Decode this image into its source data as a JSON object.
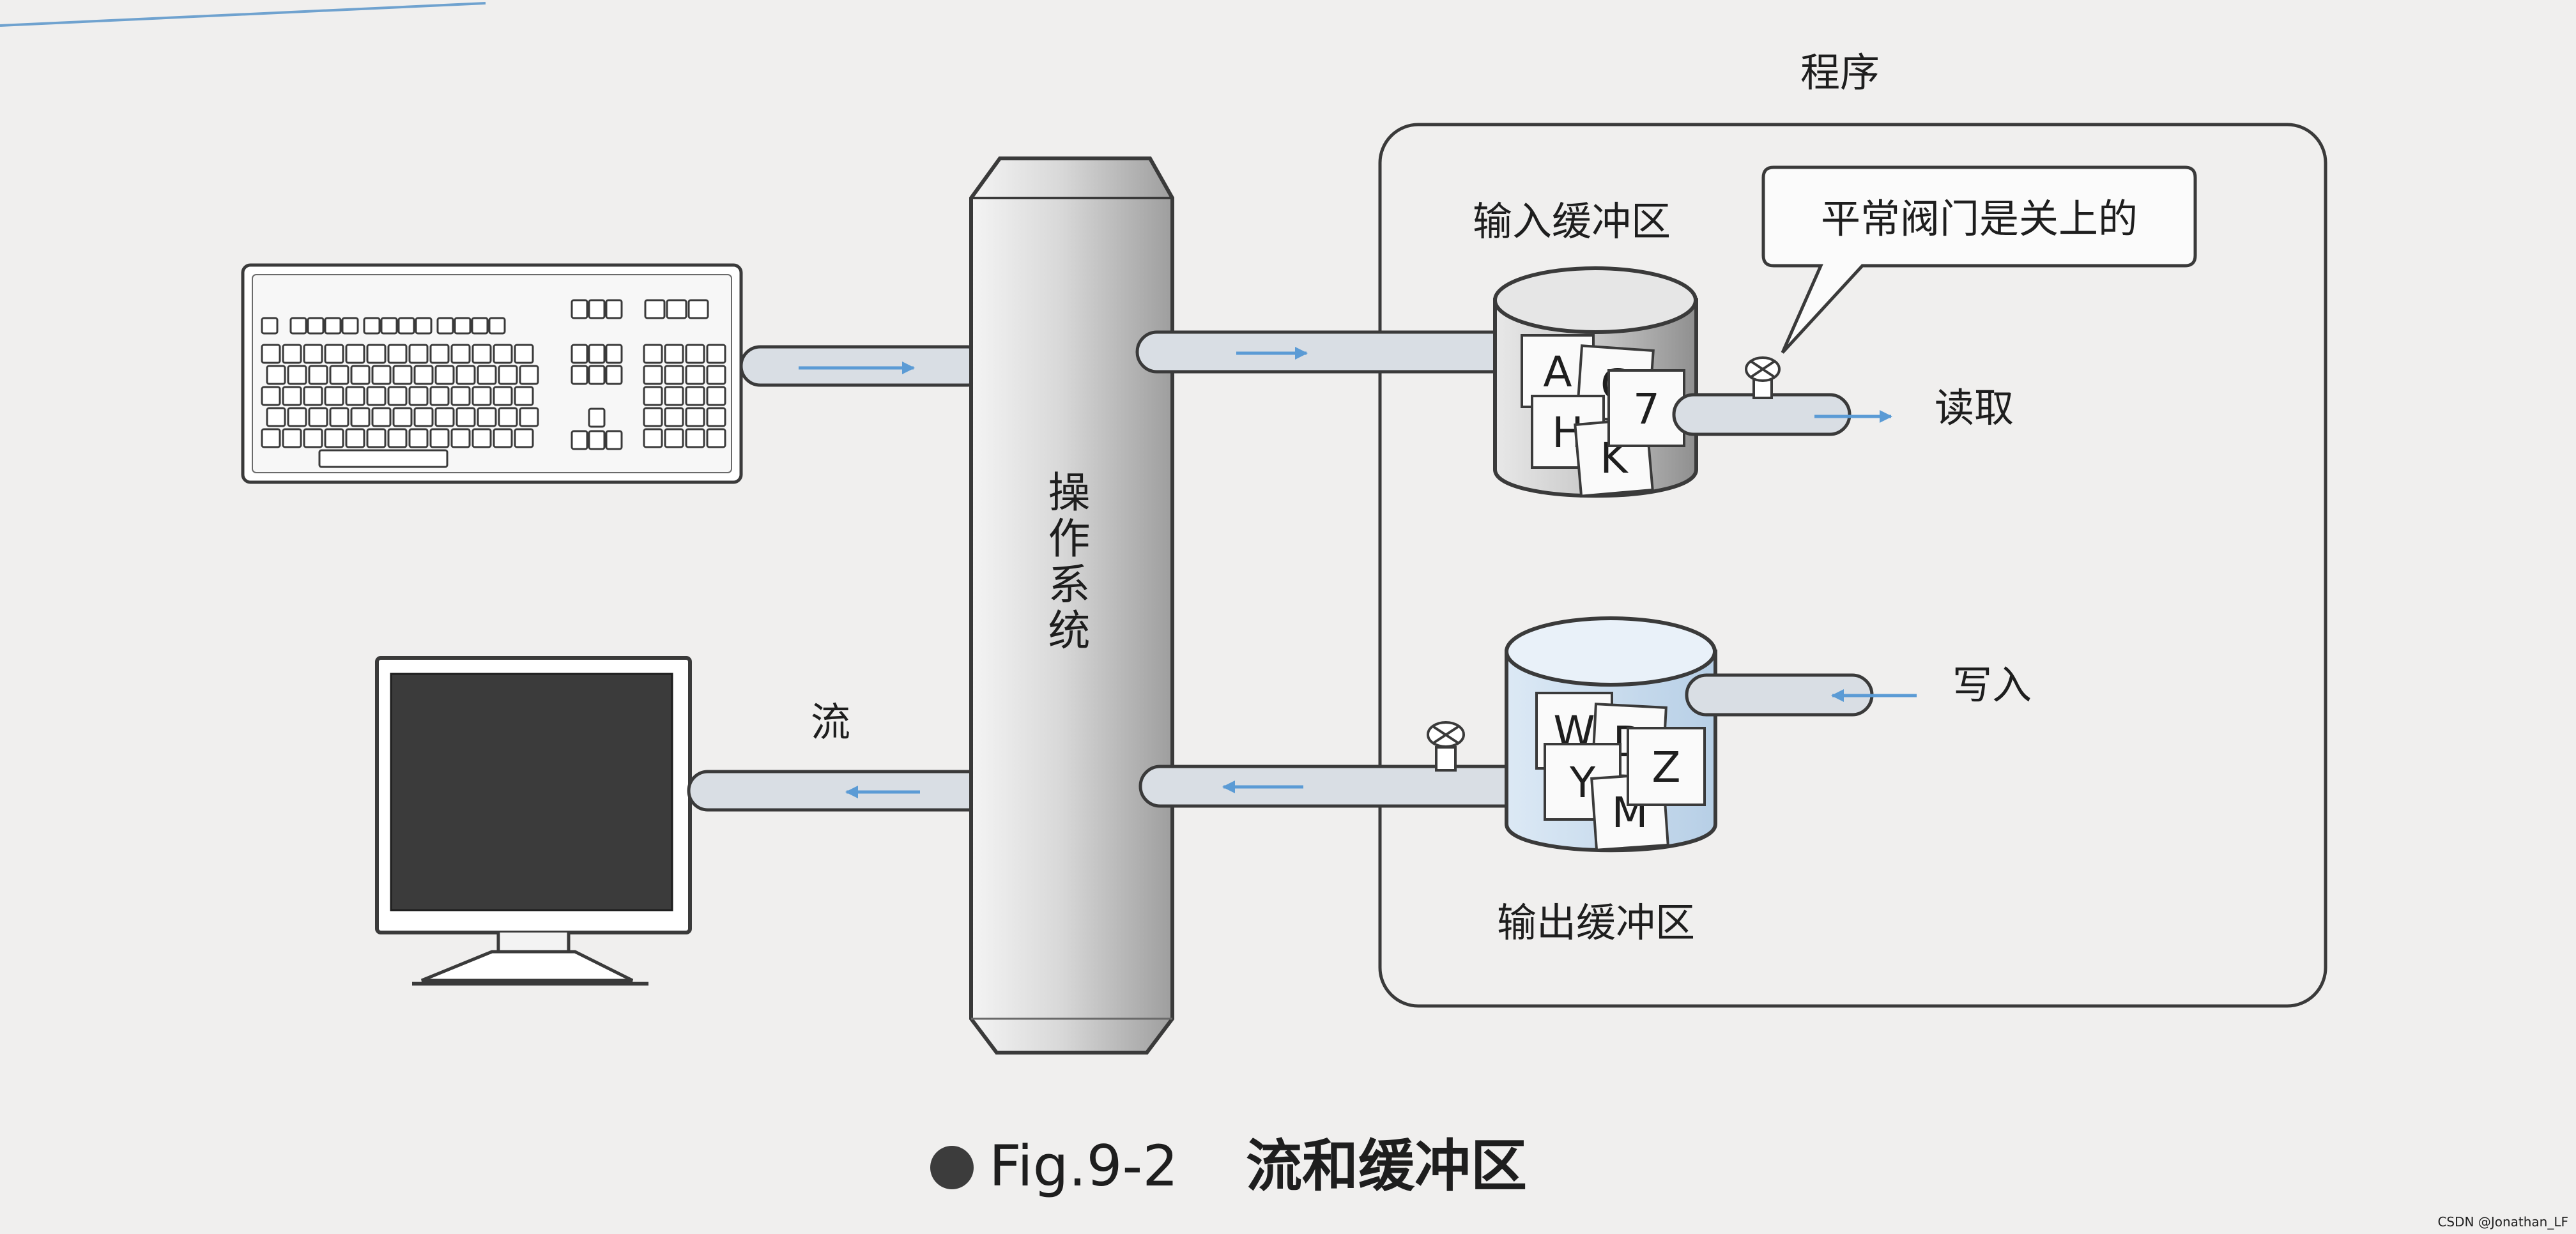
{
  "diagram": {
    "program_label": "程序",
    "input_buffer_label": "输入缓冲区",
    "output_buffer_label": "输出缓冲区",
    "callout_text": "平常阀门是关上的",
    "read_label": "读取",
    "write_label": "写入",
    "os_label": "操作系统",
    "stream_label": "流",
    "input_buffer_cards": [
      "A",
      "C",
      "H",
      "K",
      "7"
    ],
    "output_buffer_cards": [
      "W",
      "D",
      "Y",
      "M",
      "Z"
    ]
  },
  "caption": {
    "fig_number": "Fig.9-2",
    "title": "流和缓冲区"
  },
  "watermark": "CSDN @Jonathan_LF",
  "colors": {
    "page_background": "#f0efee",
    "outline": "#3a3a3a",
    "flow_arrow": "#5b9bd5",
    "pipe_fill": "#d9dee4",
    "buffer_water": "#cfe0f1",
    "caption_bullet": "#3c3c3c"
  }
}
